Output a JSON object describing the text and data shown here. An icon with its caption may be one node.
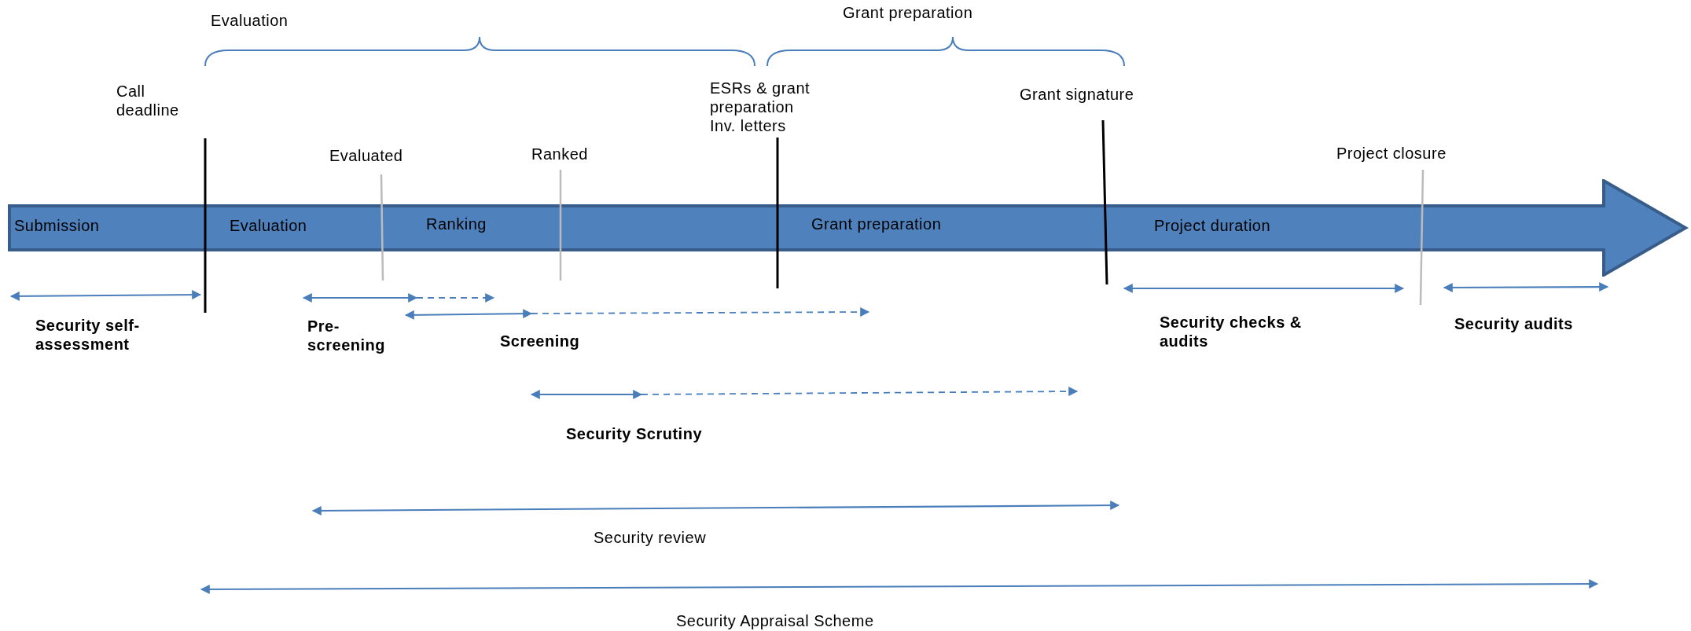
{
  "diagram": {
    "nodes": [
      {
        "text": [
          "Submission",
          "Evaluation",
          "Ranking",
          "Grant preparation",
          "Project duration"
        ]
      }
    ],
    "edges": [],
    "labels": [
      "Evaluation",
      "Grant preparation",
      "Call deadline",
      "ESRs & grant preparation Inv. letters",
      "Grant signature",
      "Evaluated",
      "Ranked",
      "Project closure",
      "Security self-assessment",
      "Pre-screening",
      "Screening",
      "Security checks & audits",
      "Security audits",
      "Security Scrutiny",
      "Security review",
      "Security Appraisal Scheme"
    ]
  }
}
